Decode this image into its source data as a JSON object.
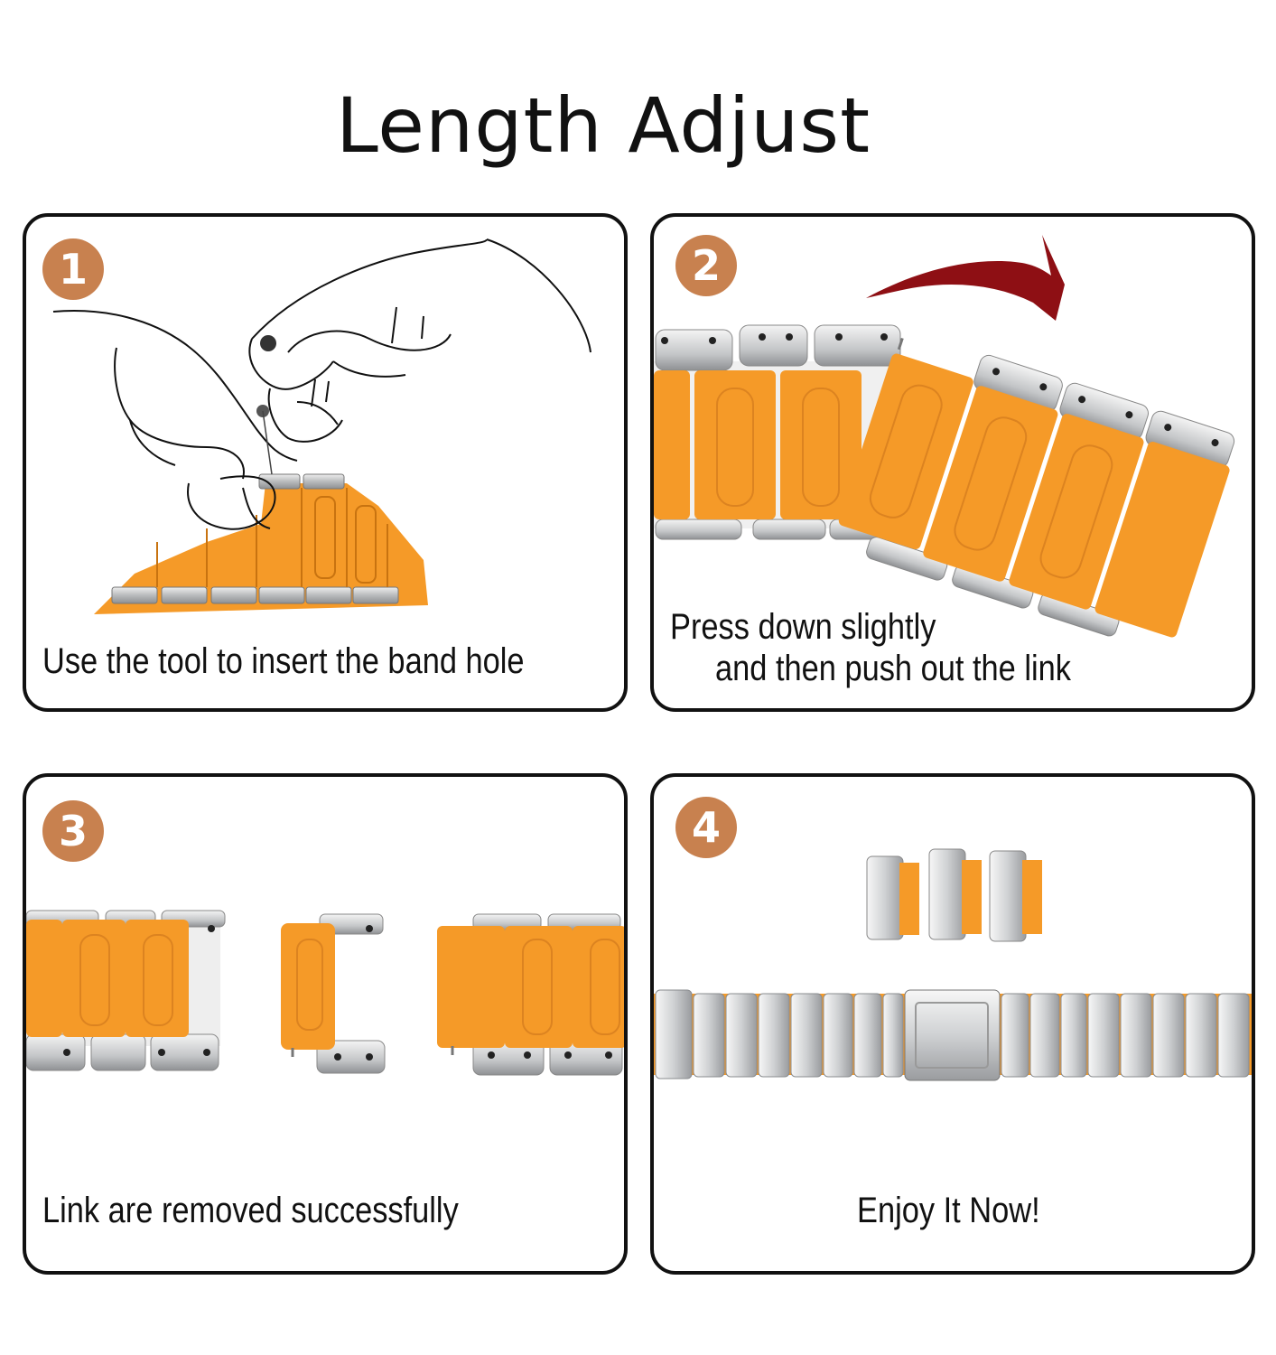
{
  "title": "Length Adjust",
  "colors": {
    "badge": "#c8814f",
    "orange": "#f59a28",
    "silver": "#c9cbcd",
    "arrow": "#8e0f14"
  },
  "steps": [
    {
      "number": "1",
      "caption": "Use the tool to insert the band hole"
    },
    {
      "number": "2",
      "caption_line1": "Press down slightly",
      "caption_line2": "and then push out the link"
    },
    {
      "number": "3",
      "caption": "Link are removed successfully"
    },
    {
      "number": "4",
      "caption": "Enjoy It Now!"
    }
  ]
}
